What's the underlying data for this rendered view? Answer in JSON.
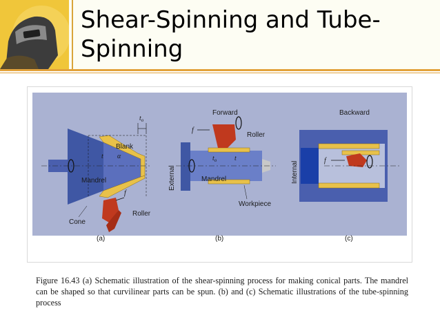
{
  "slide": {
    "title_line1": "Shear-Spinning and Tube-",
    "title_line2": "Spinning"
  },
  "colors": {
    "accent": "#e2a23b",
    "logo_bg": "#f0c63a",
    "diagram_bg": "#aab2d2",
    "metal_yellow": "#e8c14a",
    "roller_red": "#c0391e",
    "internal_blue": "#1a3fa8"
  },
  "figure": {
    "panel_a": {
      "t0": "t",
      "t0_sub": "o",
      "blank": "Blank",
      "t": "t",
      "alpha": "α",
      "mandrel": "Mandrel",
      "f": "f",
      "cone": "Cone",
      "roller": "Roller",
      "label": "(a)"
    },
    "panel_b": {
      "forward": "Forward",
      "f": "f",
      "roller": "Roller",
      "t0": "t",
      "t0_sub": "o",
      "t": "t",
      "external": "External",
      "mandrel": "Mandrel",
      "workpiece": "Workpiece",
      "label": "(b)"
    },
    "panel_c": {
      "backward": "Backward",
      "f": "f",
      "internal": "Internal",
      "label": "(c)"
    },
    "caption": "Figure 16.43 (a) Schematic illustration of the shear-spinning process for making conical parts. The mandrel can be shaped so that curvilinear parts can be spun. (b) and (c) Schematic illustrations of the tube-spinning process"
  }
}
